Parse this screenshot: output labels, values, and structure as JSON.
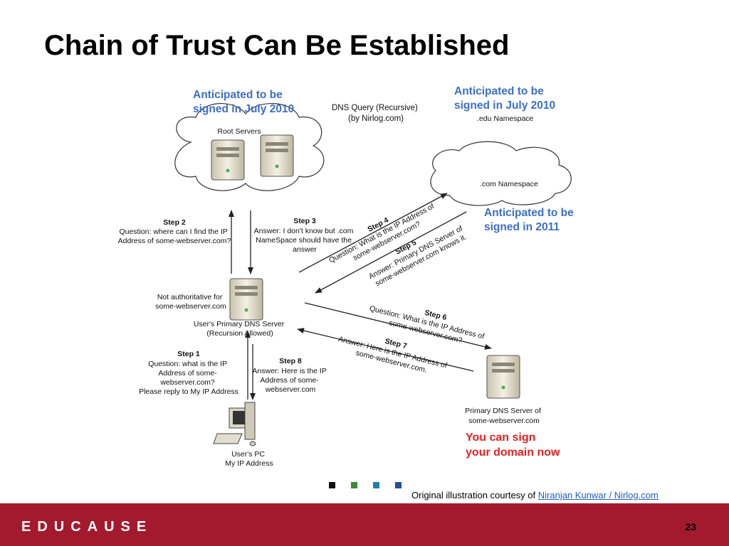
{
  "slide": {
    "title": "Chain of Trust Can Be Established",
    "credit_prefix": "Original illustration courtesy of ",
    "credit_link": "Niranjan Kunwar / Nirlog.com",
    "page_number": "23",
    "logo": "EDUCAUSE"
  },
  "colors": {
    "footer": "#a3192e",
    "blue_text": "#3d6fc4",
    "red_text": "#e02222",
    "square_colors": [
      "#111111",
      "#3a8a3a",
      "#1e7fa8",
      "#1f4f9a"
    ]
  },
  "diagram": {
    "root_note": [
      "Anticipated to be",
      "signed in July 2010"
    ],
    "query_title": [
      "DNS Query (Recursive)",
      "(by Nirlog.com)"
    ],
    "edu_note": [
      "Anticipated to be",
      "signed in July 2010"
    ],
    "edu_label": ".edu Namespace",
    "root_label": "Root Servers",
    "com_label": ".com Namespace",
    "com_note": [
      "Anticipated to be",
      "signed in 2011"
    ],
    "step2": {
      "title": "Step 2",
      "lines": [
        "Question: where can I find the IP",
        "Address of some-webserver.com?"
      ]
    },
    "step3": {
      "title": "Step 3",
      "lines": [
        "Answer: I don't know but .com",
        "NameSpace should have the",
        "answer"
      ]
    },
    "step4": {
      "title": "Step 4",
      "lines": [
        "Question: What is the IP Address of",
        "some-webserver.com?"
      ]
    },
    "step5": {
      "title": "Step 5",
      "lines": [
        "Answer: Primary DNS Server of",
        "some-webserver.com knows it."
      ]
    },
    "step6": {
      "title": "Step 6",
      "lines": [
        "Question: What is the IP Address of",
        "some-webserver.com?"
      ]
    },
    "step7": {
      "title": "Step 7",
      "lines": [
        "Answer: Here is the IP Address of",
        "some-webserver.com."
      ]
    },
    "step1": {
      "title": "Step 1",
      "lines": [
        "Question: what is the IP",
        "Address of some-",
        "webserver.com?",
        "Please reply to My IP Address"
      ]
    },
    "step8": {
      "title": "Step 8",
      "lines": [
        "Answer: Here is the IP",
        "Address of some-",
        "webserver.com"
      ]
    },
    "not_auth": [
      "Not authoritative for",
      "some-webserver.com"
    ],
    "primary_dns": [
      "User's Primary DNS Server",
      "(Recursion Allowed)"
    ],
    "auth_dns": [
      "Primary DNS Server of",
      "some-webserver.com"
    ],
    "sign_note": [
      "You can sign",
      "your domain now"
    ],
    "pc_label": [
      "User's PC",
      "My IP Address"
    ]
  }
}
